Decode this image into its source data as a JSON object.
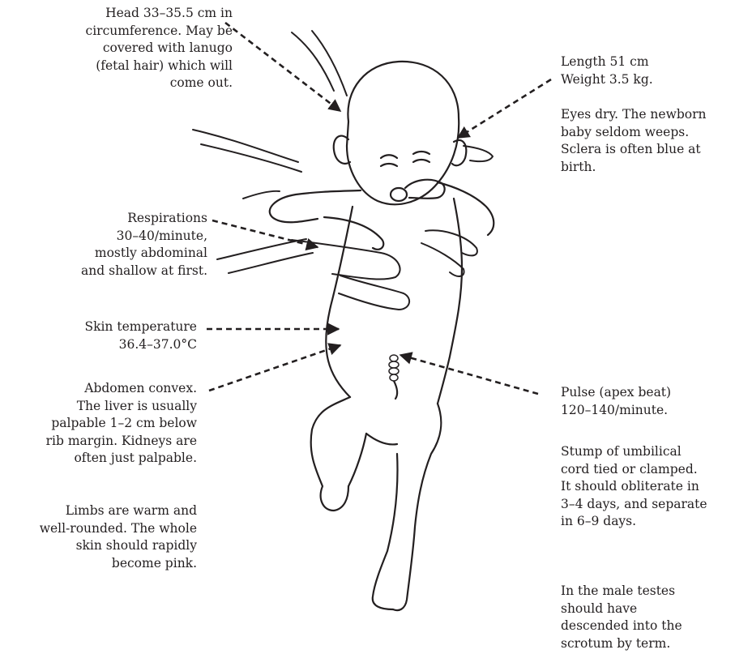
{
  "diagram": {
    "labels": {
      "head": "Head 33–35.5 cm in\ncircumference. May be\ncovered with lanugo\n(fetal hair) which will\ncome out.",
      "length_weight": "Length 51 cm\nWeight 3.5 kg.",
      "eyes": "Eyes dry. The newborn\nbaby seldom weeps.\nSclera is often blue at\nbirth.",
      "respirations": "Respirations\n30–40/minute,\nmostly abdominal\nand shallow at first.",
      "skin_temperature": "Skin temperature\n36.4–37.0°C",
      "abdomen": "Abdomen convex.\nThe liver is usually\npalpable 1–2 cm below\nrib margin. Kidneys are\noften just palpable.",
      "pulse": "Pulse (apex beat)\n120–140/minute.",
      "umbilical": "Stump of umbilical\ncord tied or clamped.\nIt should obliterate in\n3–4 days, and separate\nin 6–9 days.",
      "limbs": "Limbs are warm and\nwell-rounded. The whole\nskin should rapidly\nbecome pink.",
      "testes": "In the male testes\nshould have\ndescended into the\nscrotum by term."
    },
    "colors": {
      "ink": "#231f20",
      "background": "#ffffff"
    }
  }
}
